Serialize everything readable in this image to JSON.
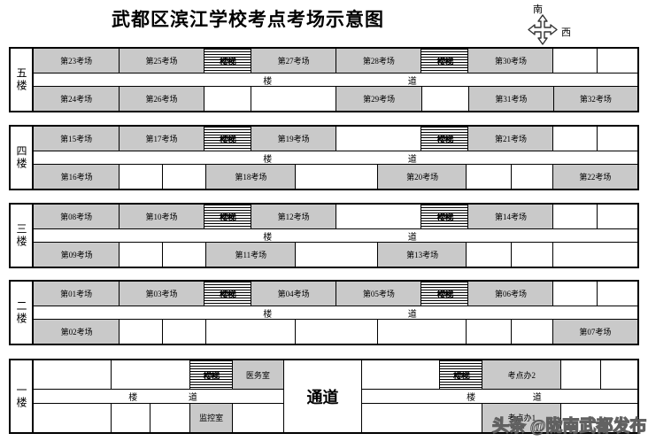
{
  "header": {
    "title": "武都区滨江学校考点考场示意图",
    "compass": {
      "south_label": "南",
      "west_label": "西",
      "icon": "four-way-arrow-icon"
    }
  },
  "labels": {
    "corridor_char_1": "楼",
    "corridor_char_2": "道",
    "stairs": "楼梯",
    "passage": "通道"
  },
  "watermark": "头条 @陇南武都发布",
  "colors": {
    "room_fill": "#c9c9c9",
    "blank_fill": "#ffffff",
    "line": "#000000"
  },
  "floors": [
    {
      "name": "五楼",
      "top_row": [
        {
          "label": "第23考场",
          "type": "room",
          "flex": 97
        },
        {
          "label": "第25考场",
          "type": "room",
          "flex": 97
        },
        {
          "label": "楼梯",
          "type": "stairs",
          "flex": 53
        },
        {
          "label": "第27考场",
          "type": "room",
          "flex": 97
        },
        {
          "label": "第28考场",
          "type": "room",
          "flex": 97
        },
        {
          "label": "楼梯",
          "type": "stairs",
          "flex": 53
        },
        {
          "label": "",
          "type": "room",
          "flex": 97,
          "text": "第30考场"
        },
        {
          "label": "",
          "type": "blank",
          "flex": 50
        },
        {
          "label": "",
          "type": "blank",
          "flex": 45
        }
      ],
      "bottom_row": [
        {
          "label": "第24考场",
          "type": "room",
          "flex": 97
        },
        {
          "label": "第26考场",
          "type": "room",
          "flex": 97
        },
        {
          "label": "",
          "type": "blank",
          "flex": 53
        },
        {
          "label": "",
          "type": "blank",
          "flex": 97
        },
        {
          "label": "第29考场",
          "type": "room",
          "flex": 97
        },
        {
          "label": "",
          "type": "blank",
          "flex": 53
        },
        {
          "label": "第31考场",
          "type": "room",
          "flex": 97
        },
        {
          "label": "第32考场",
          "type": "room",
          "flex": 95
        }
      ]
    },
    {
      "name": "四楼",
      "top_row": [
        {
          "label": "第15考场",
          "type": "room",
          "flex": 97
        },
        {
          "label": "第17考场",
          "type": "room",
          "flex": 97
        },
        {
          "label": "楼梯",
          "type": "stairs",
          "flex": 53
        },
        {
          "label": "第19考场",
          "type": "room",
          "flex": 97
        },
        {
          "label": "",
          "type": "blank",
          "flex": 97
        },
        {
          "label": "楼梯",
          "type": "stairs",
          "flex": 53
        },
        {
          "label": "第21考场",
          "type": "room",
          "flex": 97
        },
        {
          "label": "",
          "type": "blank",
          "flex": 50
        },
        {
          "label": "",
          "type": "blank",
          "flex": 45
        }
      ],
      "bottom_row": [
        {
          "label": "第16考场",
          "type": "room",
          "flex": 97
        },
        {
          "label": "",
          "type": "blank",
          "flex": 48
        },
        {
          "label": "",
          "type": "blank",
          "flex": 49
        },
        {
          "label": "第18考场",
          "type": "room",
          "flex": 101
        },
        {
          "label": "",
          "type": "blank",
          "flex": 93
        },
        {
          "label": "第20考场",
          "type": "room",
          "flex": 100
        },
        {
          "label": "",
          "type": "blank",
          "flex": 50
        },
        {
          "label": "",
          "type": "blank",
          "flex": 47
        },
        {
          "label": "第22考场",
          "type": "room",
          "flex": 95
        }
      ]
    },
    {
      "name": "三楼",
      "top_row": [
        {
          "label": "第08考场",
          "type": "room",
          "flex": 97
        },
        {
          "label": "第10考场",
          "type": "room",
          "flex": 97
        },
        {
          "label": "楼梯",
          "type": "stairs",
          "flex": 53
        },
        {
          "label": "第12考场",
          "type": "room",
          "flex": 97
        },
        {
          "label": "",
          "type": "blank",
          "flex": 97
        },
        {
          "label": "楼梯",
          "type": "stairs",
          "flex": 53
        },
        {
          "label": "第14考场",
          "type": "room",
          "flex": 97
        },
        {
          "label": "",
          "type": "blank",
          "flex": 50
        },
        {
          "label": "",
          "type": "blank",
          "flex": 45
        }
      ],
      "bottom_row": [
        {
          "label": "第09考场",
          "type": "room",
          "flex": 97
        },
        {
          "label": "",
          "type": "blank",
          "flex": 48
        },
        {
          "label": "",
          "type": "blank",
          "flex": 49
        },
        {
          "label": "第11考场",
          "type": "room",
          "flex": 101
        },
        {
          "label": "",
          "type": "blank",
          "flex": 93
        },
        {
          "label": "第13考场",
          "type": "room",
          "flex": 100
        },
        {
          "label": "",
          "type": "blank",
          "flex": 50
        },
        {
          "label": "",
          "type": "blank",
          "flex": 47
        },
        {
          "label": "",
          "type": "blank",
          "flex": 95
        }
      ]
    },
    {
      "name": "二楼",
      "top_row": [
        {
          "label": "第01考场",
          "type": "room",
          "flex": 97
        },
        {
          "label": "第03考场",
          "type": "room",
          "flex": 97
        },
        {
          "label": "楼梯",
          "type": "stairs",
          "flex": 53
        },
        {
          "label": "第04考场",
          "type": "room",
          "flex": 97
        },
        {
          "label": "第05考场",
          "type": "room",
          "flex": 97
        },
        {
          "label": "楼梯",
          "type": "stairs",
          "flex": 53
        },
        {
          "label": "第06考场",
          "type": "room",
          "flex": 97
        },
        {
          "label": "",
          "type": "blank",
          "flex": 50
        },
        {
          "label": "",
          "type": "blank",
          "flex": 45
        }
      ],
      "bottom_row": [
        {
          "label": "第02考场",
          "type": "room",
          "flex": 97
        },
        {
          "label": "",
          "type": "blank",
          "flex": 48
        },
        {
          "label": "",
          "type": "blank",
          "flex": 49
        },
        {
          "label": "",
          "type": "blank",
          "flex": 101
        },
        {
          "label": "",
          "type": "blank",
          "flex": 93
        },
        {
          "label": "",
          "type": "blank",
          "flex": 100
        },
        {
          "label": "",
          "type": "blank",
          "flex": 50
        },
        {
          "label": "",
          "type": "blank",
          "flex": 47
        },
        {
          "label": "第07考场",
          "type": "room",
          "flex": 95
        }
      ]
    }
  ],
  "ground_floor": {
    "name": "一楼",
    "passage_label": "通道",
    "left": {
      "top_row": [
        {
          "label": "",
          "type": "blank",
          "flex": 97
        },
        {
          "label": "",
          "type": "blank",
          "flex": 97
        },
        {
          "label": "楼梯",
          "type": "stairs",
          "flex": 53
        },
        {
          "label": "医务室",
          "type": "room",
          "flex": 63
        }
      ],
      "corridor": [
        "楼",
        "道"
      ],
      "bottom_row": [
        {
          "label": "",
          "type": "blank",
          "flex": 97
        },
        {
          "label": "",
          "type": "blank",
          "flex": 48
        },
        {
          "label": "",
          "type": "blank",
          "flex": 49
        },
        {
          "label": "监控室",
          "type": "room",
          "flex": 53
        },
        {
          "label": "",
          "type": "blank",
          "flex": 63
        }
      ]
    },
    "passage_flex": 97,
    "right": {
      "top_row": [
        {
          "label": "",
          "type": "blank",
          "flex": 97
        },
        {
          "label": "楼梯",
          "type": "stairs",
          "flex": 53
        },
        {
          "label": "考点办2",
          "type": "room",
          "flex": 97
        },
        {
          "label": "",
          "type": "blank",
          "flex": 50
        },
        {
          "label": "",
          "type": "blank",
          "flex": 45
        }
      ],
      "corridor": [
        "楼",
        "道"
      ],
      "bottom_row": [
        {
          "label": "",
          "type": "blank",
          "flex": 150
        },
        {
          "label": "考点办1",
          "type": "room",
          "flex": 97
        },
        {
          "label": "",
          "type": "blank",
          "flex": 95
        }
      ]
    }
  },
  "geometry": {
    "floor_tops": [
      53,
      141,
      229,
      316,
      405
    ],
    "floor_heights": [
      74,
      74,
      74,
      74,
      85
    ]
  }
}
